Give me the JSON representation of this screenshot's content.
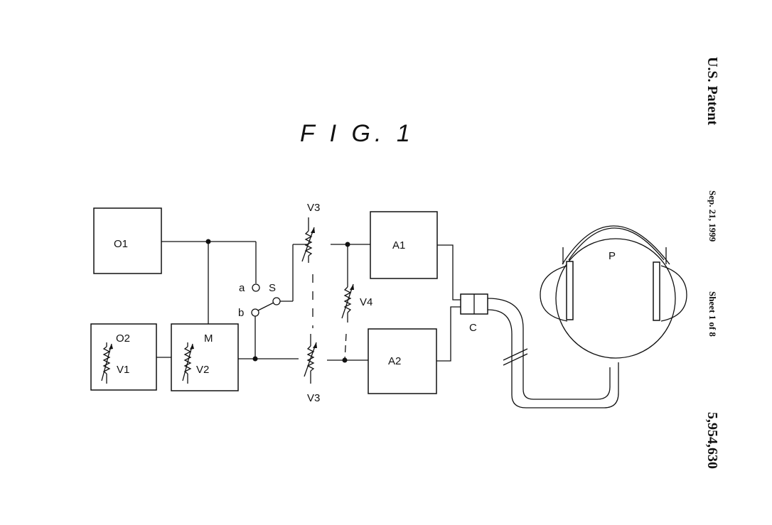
{
  "header": {
    "patent_label": "U.S. Patent",
    "date": "Sep. 21, 1999",
    "sheet": "Sheet 1 of 8",
    "patent_number": "5,954,630"
  },
  "figure": {
    "title": "F I G. 1",
    "labels": {
      "o1": "O1",
      "o2": "O2",
      "m": "M",
      "v1": "V1",
      "v2": "V2",
      "v3_top": "V3",
      "v3_bottom": "V3",
      "v4": "V4",
      "s": "S",
      "a": "a",
      "b": "b",
      "a1": "A1",
      "a2": "A2",
      "c": "C",
      "p": "P"
    }
  }
}
